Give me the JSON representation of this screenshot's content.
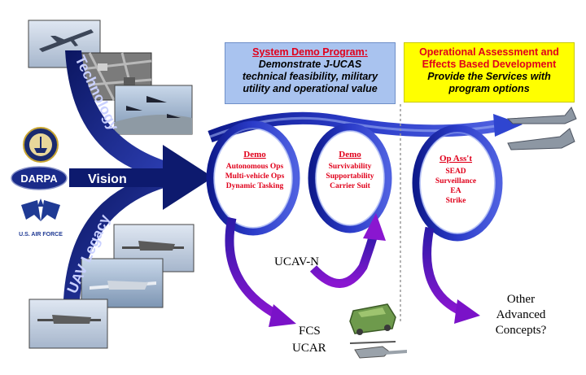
{
  "vision_label": "Vision",
  "technology_label": "Technology",
  "uav_legacy_label": "UAV Legacy",
  "logos": {
    "darpa": "DARPA",
    "usaf": "U.S. AIR FORCE"
  },
  "system_demo_box": {
    "title_line1": "System Demo Program:",
    "body_lines": [
      "Demonstrate J-UCAS",
      "technical feasibility, military",
      "utility and operational value"
    ]
  },
  "op_assessment_box": {
    "title_lines": [
      "Operational Assessment and",
      "Effects Based Development"
    ],
    "body_lines": [
      "Provide the Services with",
      "program options"
    ]
  },
  "loops": [
    {
      "title": "Demo",
      "items": [
        "Autonomous Ops",
        "Multi-vehicle Ops",
        "Dynamic Tasking"
      ]
    },
    {
      "title": "Demo",
      "items": [
        "Survivability",
        "Supportability",
        "Carrier Suit"
      ]
    },
    {
      "title": "Op Ass't",
      "items": [
        "SEAD",
        "Surveillance",
        "EA",
        "Strike"
      ]
    }
  ],
  "branches": {
    "ucav_n": "UCAV-N",
    "fcs_ucar": [
      "FCS",
      "UCAR"
    ],
    "other": [
      "Other",
      "Advanced",
      "Concepts?"
    ]
  },
  "colors": {
    "arrow_navy": "#0d1a6e",
    "loop_blue": "#1826a4",
    "loop_light": "#8ea0ee",
    "red": "#e0001b",
    "purple": "#7a12c8"
  }
}
